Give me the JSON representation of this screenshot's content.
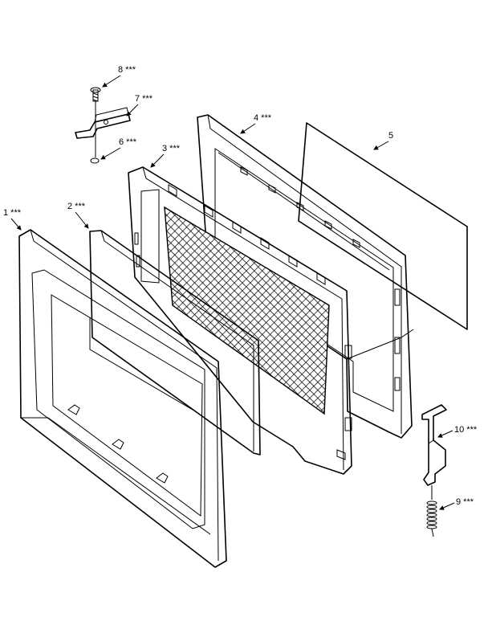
{
  "callouts": [
    {
      "label": "1 ***"
    },
    {
      "label": "2 ***"
    },
    {
      "label": "3 ***"
    },
    {
      "label": "4 ***"
    },
    {
      "label": "5"
    },
    {
      "label": "6 ***"
    },
    {
      "label": "7 ***"
    },
    {
      "label": "8 ***"
    },
    {
      "label": "9 ***"
    },
    {
      "label": "10 ***"
    }
  ]
}
